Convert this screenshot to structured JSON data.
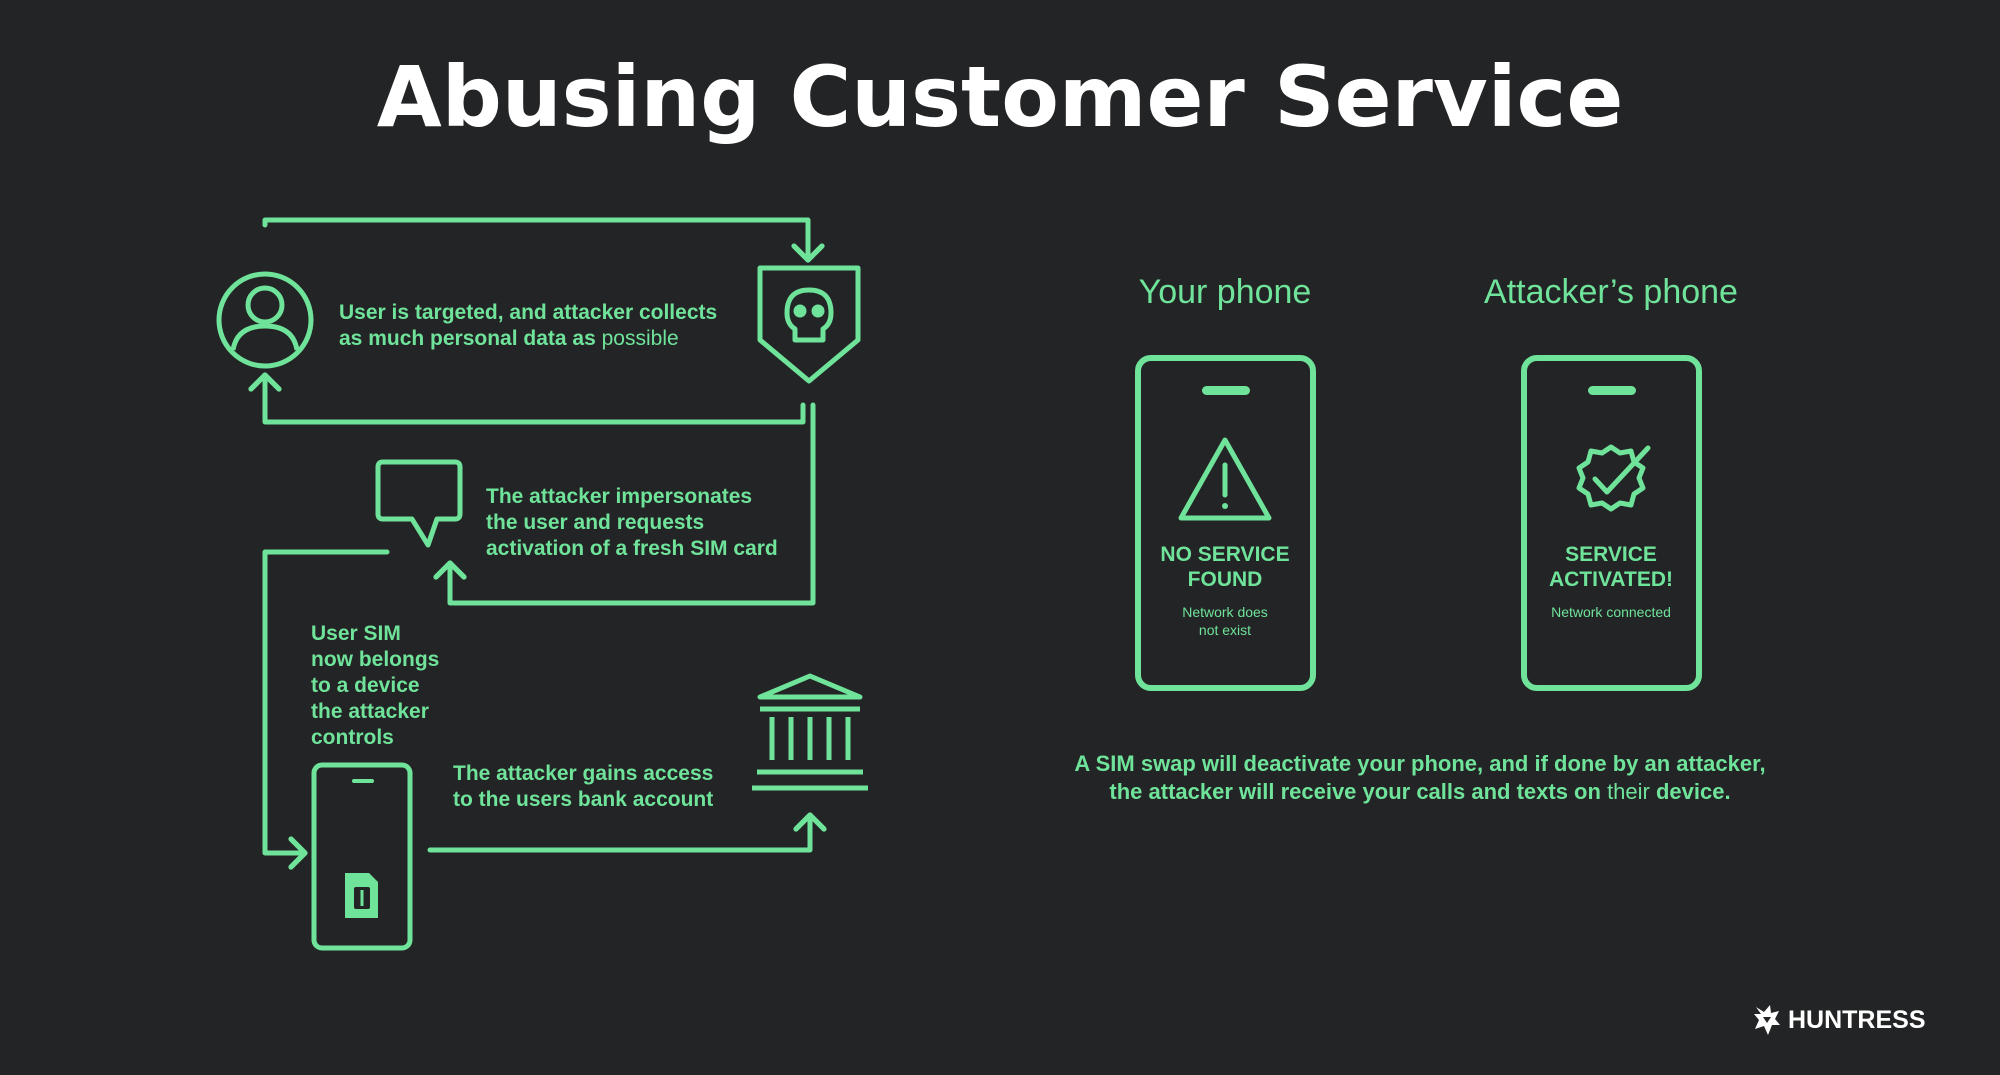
{
  "title": "Abusing Customer Service",
  "flow": {
    "step1": {
      "line1": "User is targeted, and attacker collects",
      "line2_bold": "as much personal data as",
      "line2_tail": "possible"
    },
    "step2": {
      "lines": [
        "The attacker impersonates",
        "the user and requests",
        "activation of a fresh SIM card"
      ]
    },
    "step3": {
      "lines": [
        "User SIM",
        "now belongs",
        "to a device",
        "the attacker",
        "controls"
      ]
    },
    "step4": {
      "lines": [
        "The attacker gains access",
        "to the users bank account"
      ]
    }
  },
  "phones": {
    "yours": {
      "title": "Your phone",
      "status_lines": [
        "NO SERVICE",
        "FOUND"
      ],
      "sub_lines": [
        "Network does",
        "not exist"
      ]
    },
    "attacker": {
      "title": "Attacker’s phone",
      "status_lines": [
        "SERVICE",
        "ACTIVATED!"
      ],
      "sub_lines": [
        "Network connected"
      ]
    }
  },
  "caption": {
    "line1": "A SIM swap will deactivate your phone, and if done by an attacker,",
    "line2_a": "the attacker will receive your calls and texts on",
    "line2_b": "their",
    "line2_c": "device."
  },
  "brand": {
    "name": "HUNTRESS"
  },
  "colors": {
    "background": "#232425",
    "accent": "#6fe39a",
    "title": "#ffffff"
  },
  "icons": [
    "user-icon",
    "skull-shield-icon",
    "speech-bubble-icon",
    "phone-sim-icon",
    "bank-icon",
    "warning-icon",
    "verified-badge-icon",
    "huntress-logo-icon"
  ]
}
